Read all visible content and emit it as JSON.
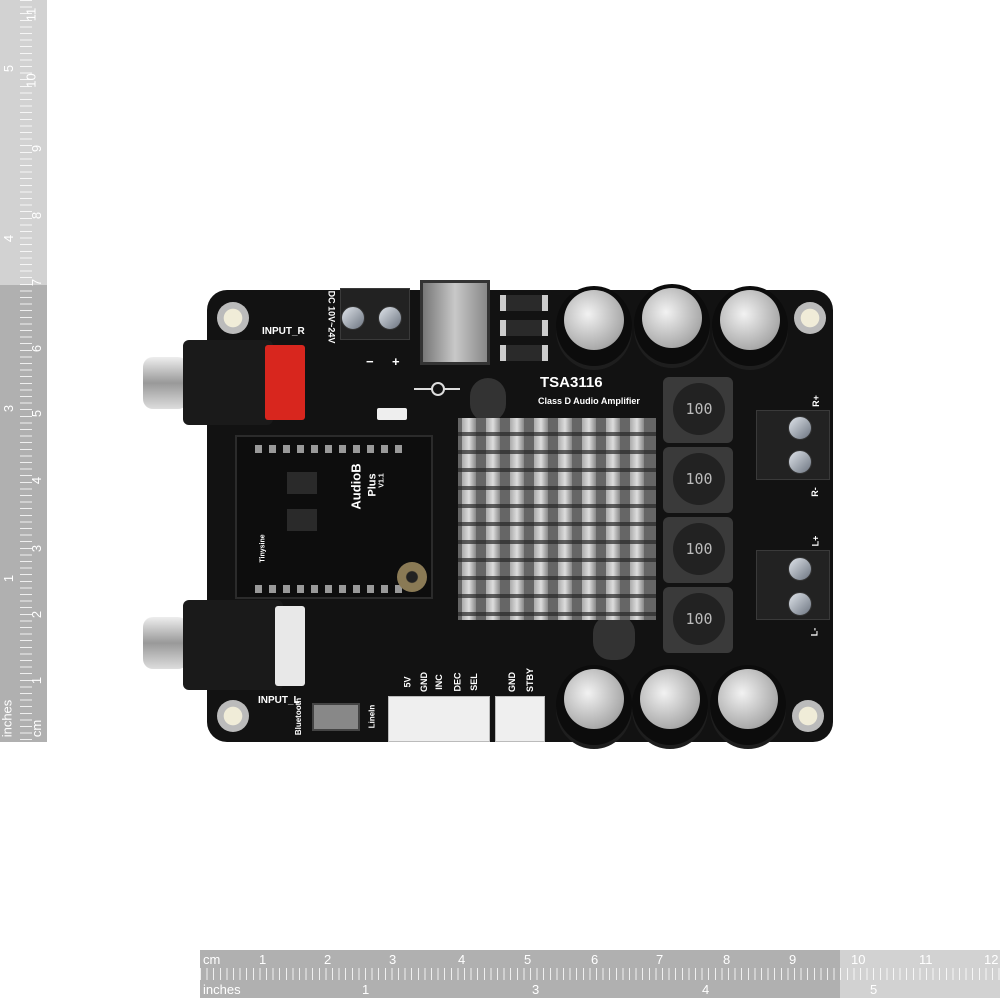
{
  "left_ruler": {
    "cm_label": "cm",
    "inches_label": "inches",
    "cm_ticks": [
      "1",
      "2",
      "3",
      "4",
      "5",
      "6",
      "7",
      "8",
      "9",
      "10",
      "11"
    ],
    "inch_ticks": [
      "1",
      "3",
      "4",
      "5"
    ]
  },
  "bottom_ruler": {
    "cm_label": "cm",
    "inches_label": "inches",
    "cm_ticks": [
      "1",
      "2",
      "3",
      "4",
      "5",
      "6",
      "7",
      "8",
      "9",
      "10",
      "11",
      "12"
    ],
    "inch_ticks": [
      "1",
      "3",
      "4",
      "5"
    ]
  },
  "board": {
    "title": "TSA3116",
    "subtitle": "Class D Audio Amplifier",
    "input_r": "INPUT_R",
    "input_l": "INPUT_L",
    "power_label": "DC 10V~24V",
    "minus": "−",
    "plus": "+",
    "inductor_value": "100",
    "outputs": [
      "R+",
      "R-",
      "L+",
      "L-"
    ],
    "module": {
      "name": "AudioB",
      "name2": "Plus",
      "version": "V1.1",
      "brand": "Tinysine"
    },
    "switch": {
      "left": "Bluetooth",
      "right": "LineIn"
    },
    "control_pins": [
      "5V",
      "GND",
      "INC",
      "DEC",
      "SEL"
    ],
    "standby_pins": [
      "GND",
      "STBY"
    ]
  }
}
